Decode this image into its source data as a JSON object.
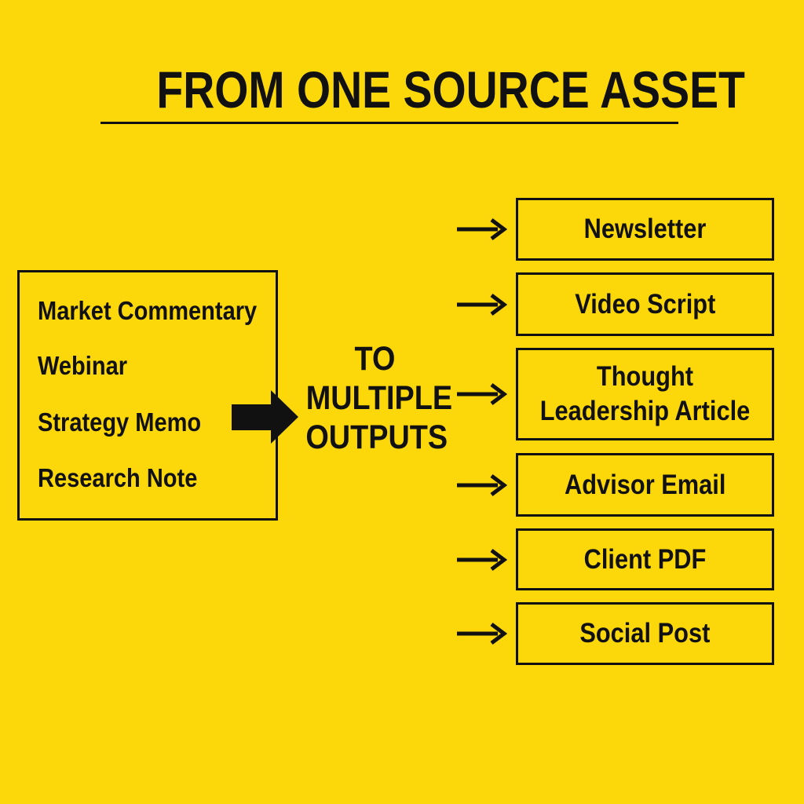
{
  "title": "FROM ONE SOURCE ASSET",
  "source_items": [
    "Market Commentary",
    "Webinar",
    "Strategy Memo",
    "Research Note"
  ],
  "center_label": [
    "TO",
    "MULTIPLE",
    "OUTPUTS"
  ],
  "outputs": [
    "Newsletter",
    "Video Script",
    "Thought Leadership Article",
    "Advisor Email",
    "Client PDF",
    "Social Post"
  ],
  "colors": {
    "background": "#FCD80B",
    "ink": "#111111"
  }
}
